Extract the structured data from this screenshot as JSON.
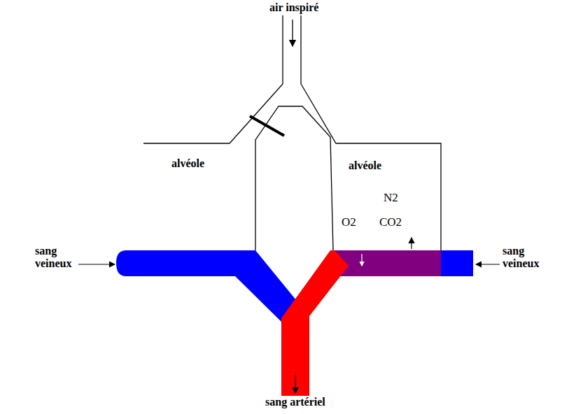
{
  "diagram": {
    "nodes": [
      {
        "text": [
          "alvéole"
        ]
      },
      {
        "text": [
          "alvéole",
          "N2",
          "O2",
          "CO2"
        ]
      }
    ],
    "labels": [
      "air inspiré",
      "sang veineux",
      "sang veineux",
      "sang artériel"
    ]
  }
}
